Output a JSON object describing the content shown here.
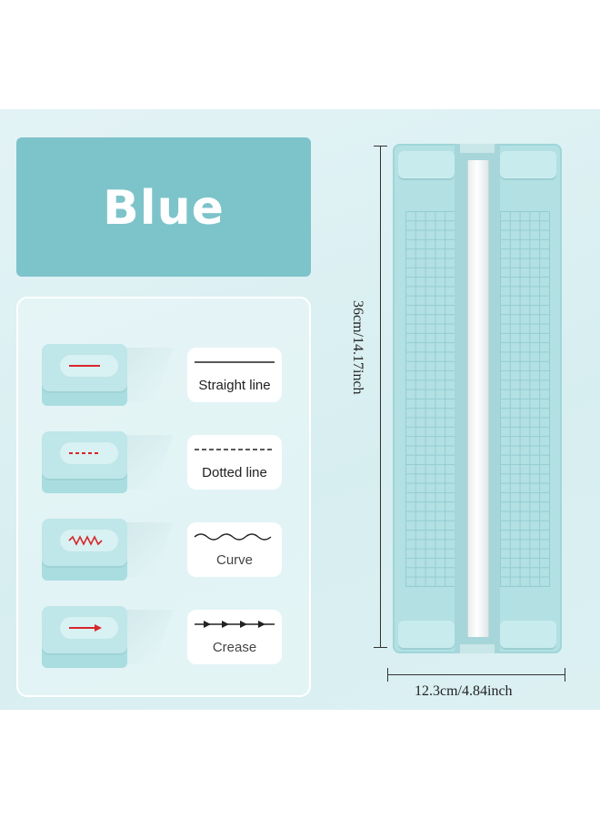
{
  "product": {
    "color_name": "Blue"
  },
  "blade_modes": [
    {
      "label": "Straight line",
      "mark_icon": "straight-line-icon",
      "sample_icon": "straight-line-sample"
    },
    {
      "label": "Dotted line",
      "mark_icon": "dotted-line-icon",
      "sample_icon": "dotted-line-sample"
    },
    {
      "label": "Curve",
      "mark_icon": "wave-line-icon",
      "sample_icon": "curve-line-sample"
    },
    {
      "label": "Crease",
      "mark_icon": "arrow-line-icon",
      "sample_icon": "crease-line-sample"
    }
  ],
  "dimensions": {
    "length": "36cm/14.17inch",
    "width": "12.3cm/4.84inch"
  },
  "colors": {
    "brand": "#7dc3ca",
    "trimmer_body": "#b2e0e3",
    "blade_mark": "#d8262a"
  }
}
